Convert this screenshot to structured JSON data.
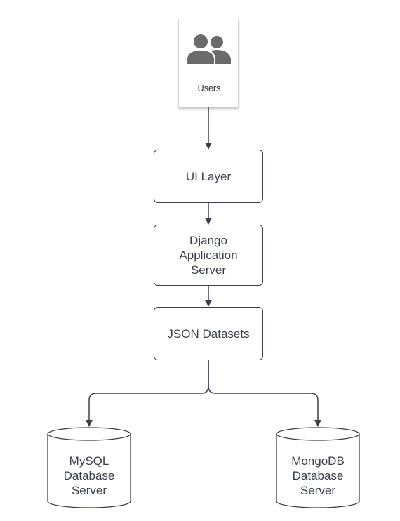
{
  "users": {
    "label": "Users",
    "icon": "users-icon"
  },
  "nodes": {
    "ui_layer": "UI Layer",
    "django": "Django\nApplication\nServer",
    "json_datasets": "JSON Datasets",
    "mysql": "MySQL\nDatabase\nServer",
    "mongodb": "MongoDB\nDatabase\nServer"
  },
  "colors": {
    "line": "#3a3f4a",
    "icon": "#6b6b6b"
  }
}
